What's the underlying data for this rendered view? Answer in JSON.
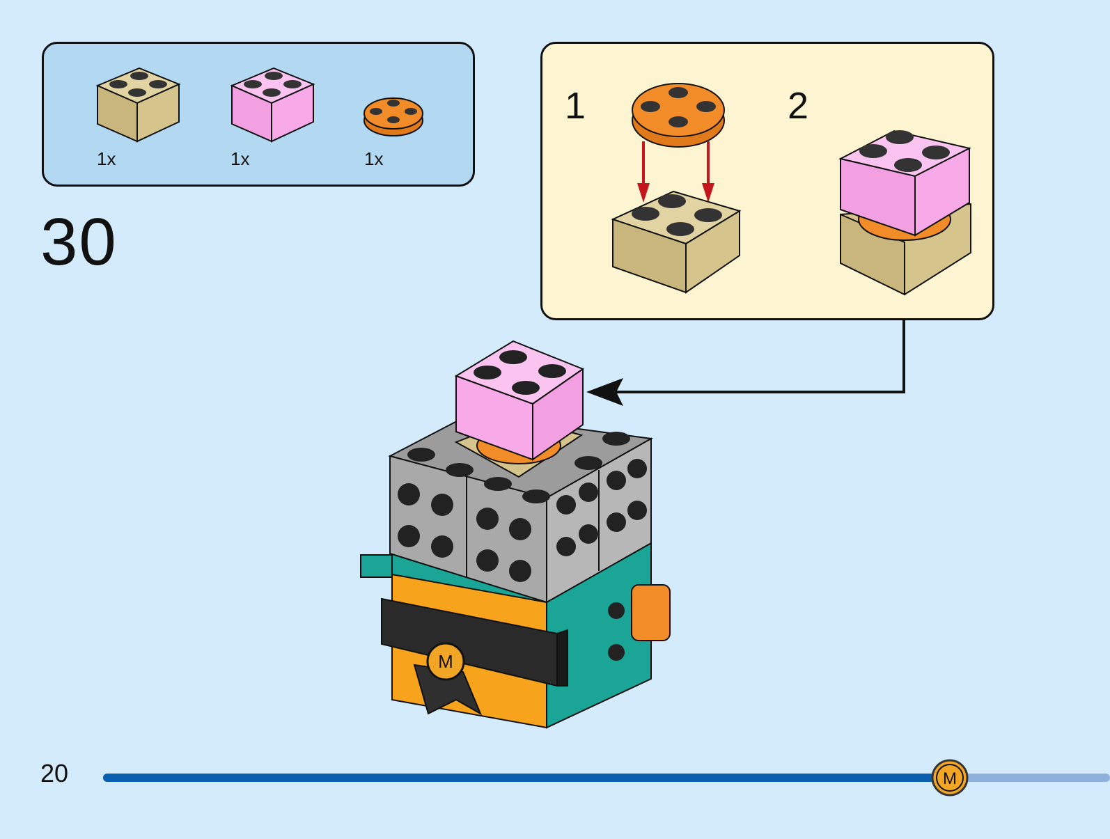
{
  "parts_list": {
    "items": [
      {
        "name": "tan brick 2x2",
        "quantity": "1x",
        "color": "#d6c48d"
      },
      {
        "name": "pink brick 2x2",
        "quantity": "1x",
        "color": "#f7a9e8"
      },
      {
        "name": "orange round plate 2x2",
        "quantity": "1x",
        "color": "#f28c28"
      }
    ]
  },
  "step": {
    "number": "30"
  },
  "callout": {
    "sub_steps": [
      {
        "number": "1"
      },
      {
        "number": "2"
      }
    ]
  },
  "footer": {
    "page_number": "20",
    "progress_fraction": 0.84
  },
  "colors": {
    "background": "#d4ebfb",
    "parts_box": "#b3d8f2",
    "callout_box": "#fdf5d2",
    "progress_fill": "#0a5fae",
    "progress_track": "#8db0dd",
    "arrow_red": "#c4161c"
  },
  "icons": [
    "brand-logo-icon",
    "down-arrow-icon",
    "pointer-arrow-icon"
  ]
}
